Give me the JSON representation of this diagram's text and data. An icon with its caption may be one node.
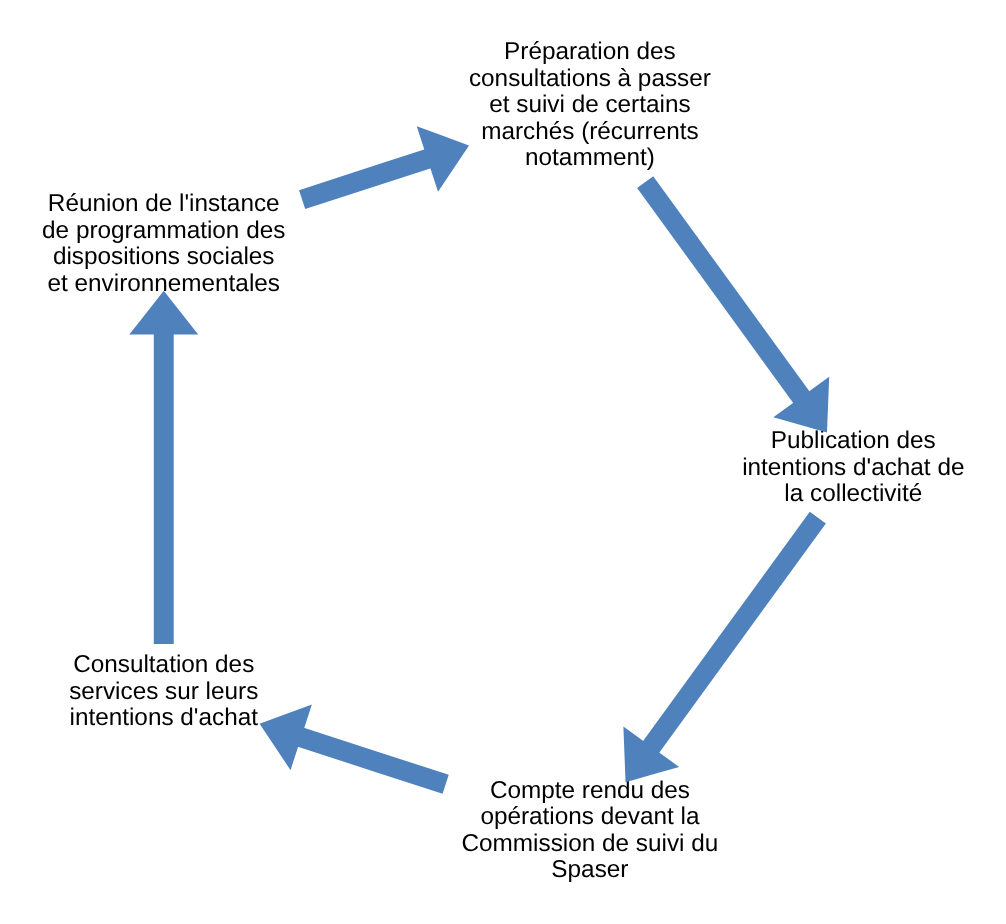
{
  "diagram": {
    "nodes": [
      {
        "text": [
          "Compte rendu des opérations devant la Commission de suivi du Spaser"
        ]
      },
      {
        "text": [
          "Consultation des services sur leurs intentions d'achat"
        ]
      },
      {
        "text": [
          "Réunion de l'instance de programmation des dispositions sociales et environnementales"
        ]
      },
      {
        "text": [
          "Préparation des consultations à passer et suivi de certains marchés (récurrents notamment)"
        ]
      },
      {
        "text": [
          "Publication des intentions d'achat de la collectivité"
        ]
      }
    ],
    "edges": [
      {
        "from": 0,
        "to": 1,
        "arrow": "to"
      },
      {
        "from": 1,
        "to": 2,
        "arrow": "to"
      },
      {
        "from": 2,
        "to": 3,
        "arrow": "to"
      },
      {
        "from": 3,
        "to": 4,
        "arrow": "to"
      },
      {
        "from": 4,
        "to": 0,
        "arrow": "to"
      }
    ]
  }
}
